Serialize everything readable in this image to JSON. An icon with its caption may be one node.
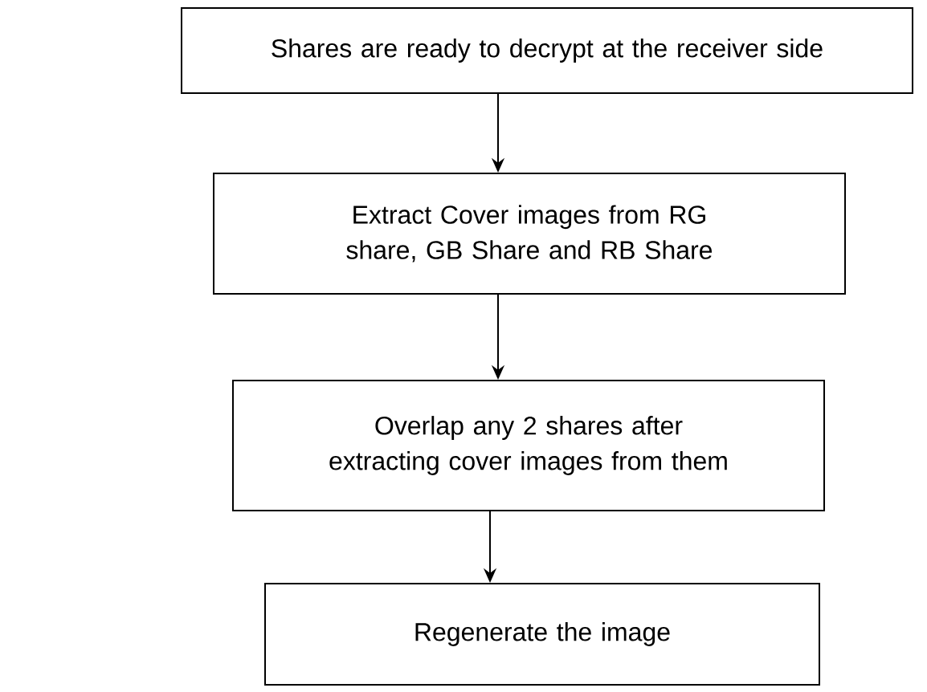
{
  "diagram": {
    "nodes": [
      {
        "text": [
          "Shares are ready to decrypt at the receiver side"
        ]
      },
      {
        "text": [
          "Extract Cover images from RG share, GB Share and RB Share"
        ]
      },
      {
        "text": [
          "Overlap any 2 shares after extracting cover images from them"
        ]
      },
      {
        "text": [
          "Regenerate the image"
        ]
      }
    ],
    "edges": [
      {
        "from": 0,
        "to": 1,
        "arrow": "to"
      },
      {
        "from": 1,
        "to": 2,
        "arrow": "to"
      },
      {
        "from": 2,
        "to": 3,
        "arrow": "to"
      }
    ]
  }
}
